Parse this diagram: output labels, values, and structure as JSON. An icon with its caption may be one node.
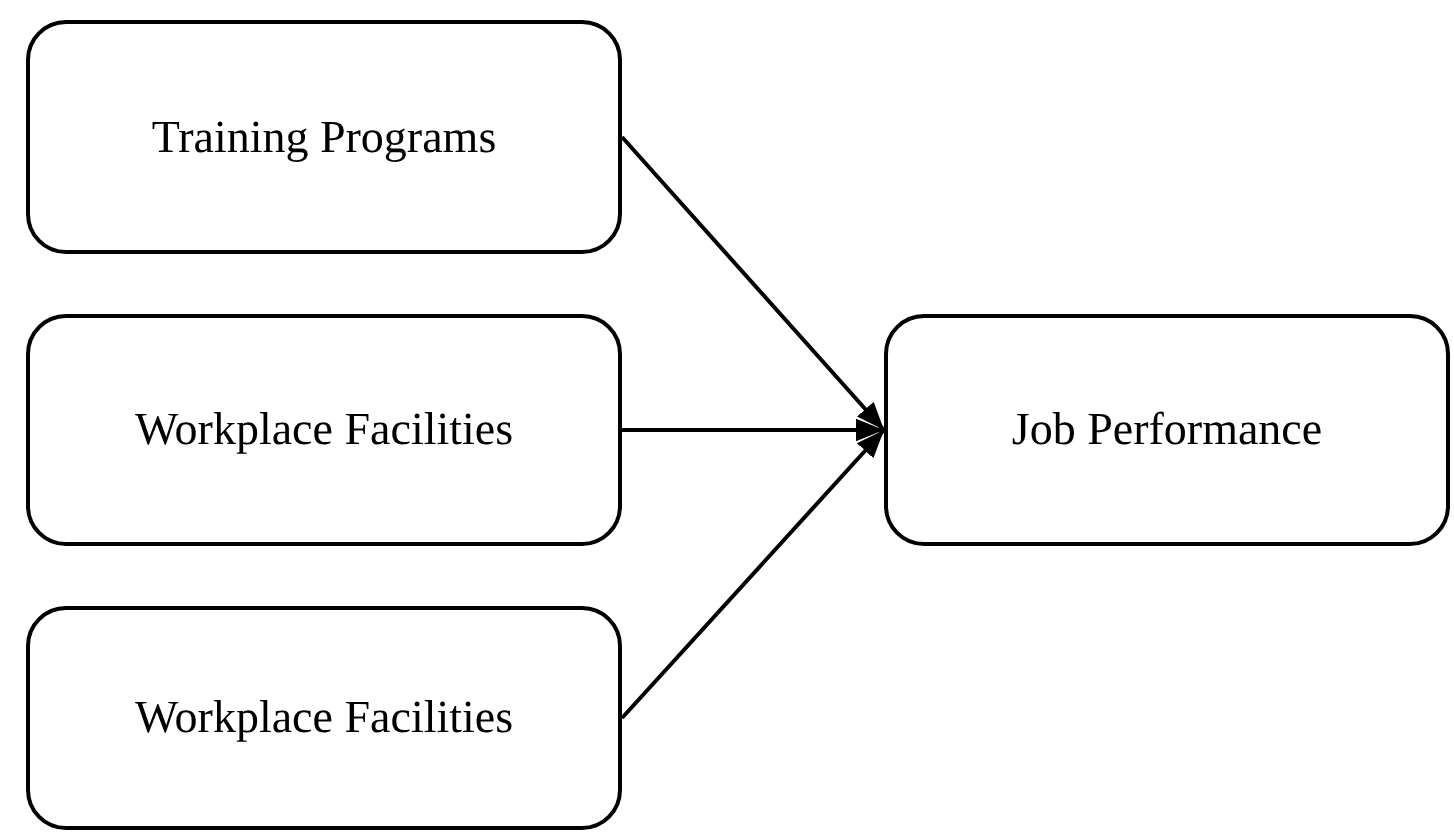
{
  "diagram": {
    "nodes": [
      {
        "text": [
          "Training Programs"
        ]
      },
      {
        "text": [
          "Workplace Facilities"
        ]
      },
      {
        "text": [
          "Workplace Facilities"
        ]
      },
      {
        "text": [
          "Job Performance"
        ]
      }
    ],
    "edges": [
      {
        "from": 0,
        "to": 3,
        "arrow": "to"
      },
      {
        "from": 1,
        "to": 3,
        "arrow": "to"
      },
      {
        "from": 2,
        "to": 3,
        "arrow": "to"
      }
    ]
  }
}
